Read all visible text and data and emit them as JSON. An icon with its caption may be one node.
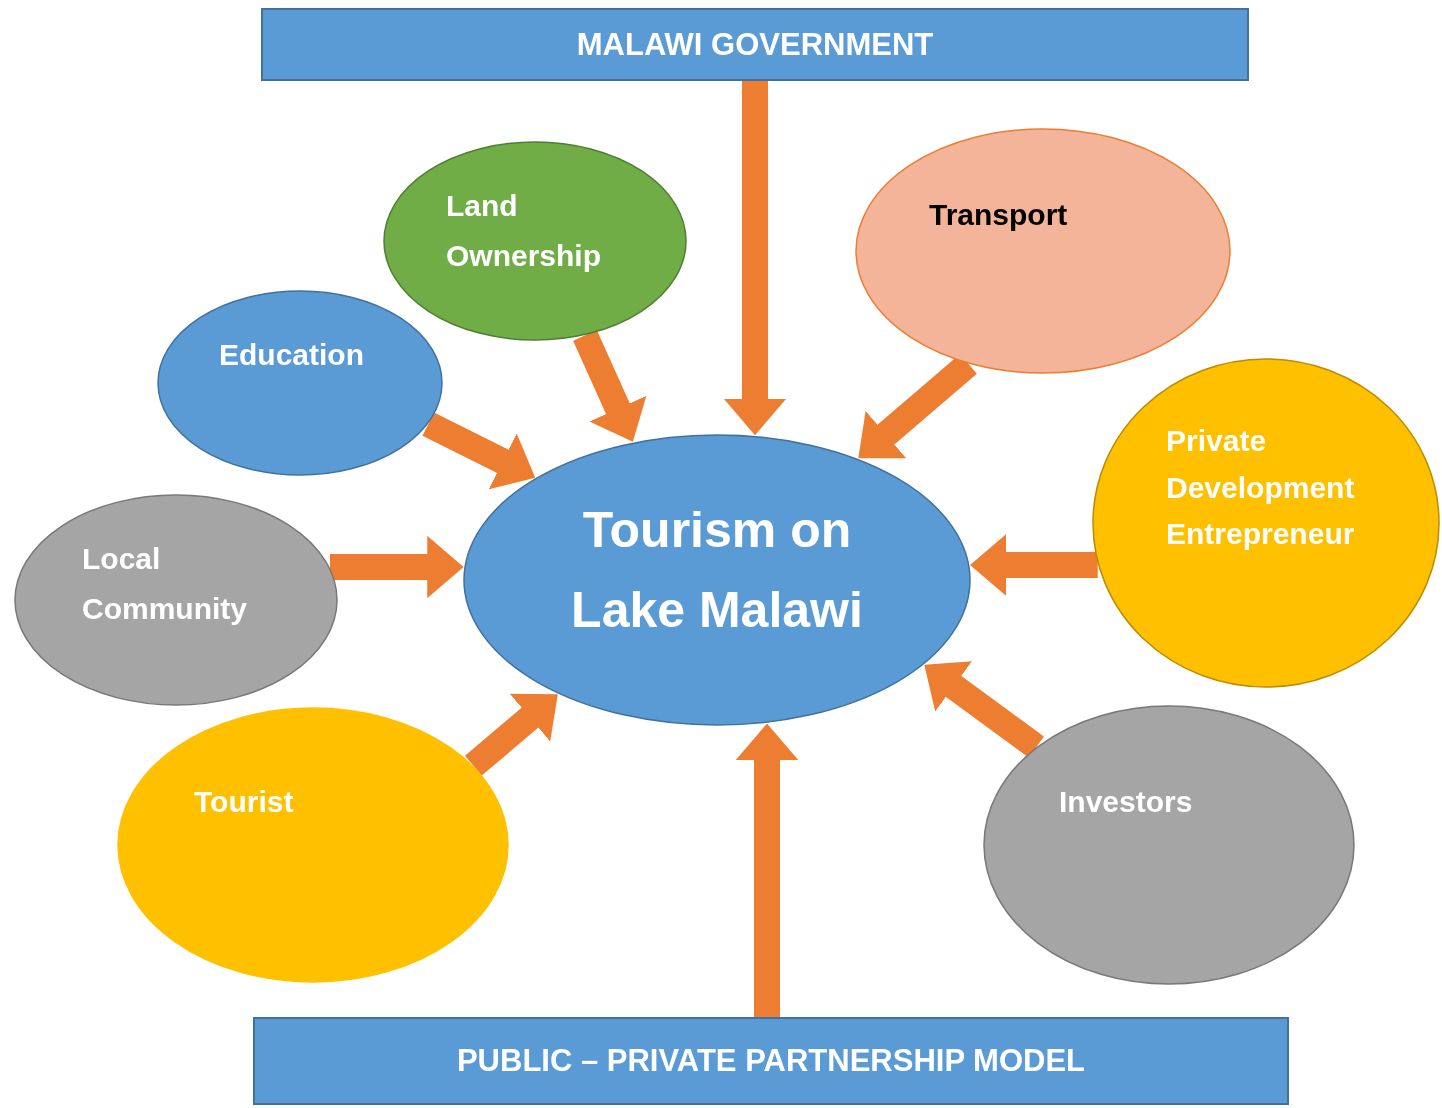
{
  "diagram": {
    "nodes": [
      {
        "text": [
          "MALAWI GOVERNMENT"
        ]
      },
      {
        "text": [
          "Land Ownership"
        ]
      },
      {
        "text": [
          "Transport"
        ]
      },
      {
        "text": [
          "Education"
        ]
      },
      {
        "text": [
          "Tourism on Lake Malawi"
        ]
      },
      {
        "text": [
          "Private Development Entrepreneur"
        ]
      },
      {
        "text": [
          "Local Community"
        ]
      },
      {
        "text": [
          "Tourist"
        ]
      },
      {
        "text": [
          "Investors"
        ]
      },
      {
        "text": [
          "PUBLIC – PRIVATE PARTNERSHIP MODEL"
        ]
      }
    ],
    "edges": [
      {
        "from": 0,
        "to": 4,
        "arrow": "to"
      },
      {
        "from": 1,
        "to": 4,
        "arrow": "to"
      },
      {
        "from": 2,
        "to": 4,
        "arrow": "to"
      },
      {
        "from": 3,
        "to": 4,
        "arrow": "to"
      },
      {
        "from": 5,
        "to": 4,
        "arrow": "to"
      },
      {
        "from": 6,
        "to": 4,
        "arrow": "to"
      },
      {
        "from": 7,
        "to": 4,
        "arrow": "to"
      },
      {
        "from": 8,
        "to": 4,
        "arrow": "to"
      },
      {
        "from": 9,
        "to": 4,
        "arrow": "to"
      }
    ]
  }
}
